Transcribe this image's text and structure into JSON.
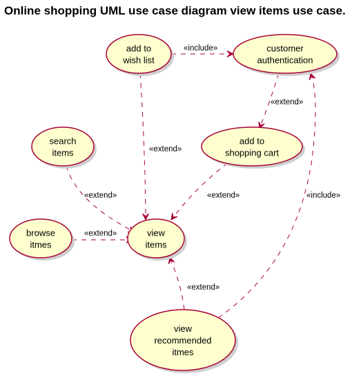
{
  "title": "Online shopping UML use case diagram view items use case.",
  "colors": {
    "usecase_fill": "#FEFECE",
    "usecase_border": "#A80036",
    "edge": "#A80036"
  },
  "use_cases": {
    "add_to_wish_list": [
      "add to",
      "wish list"
    ],
    "customer_authentication": [
      "customer",
      "authentication"
    ],
    "add_to_shopping_cart": [
      "add to",
      "shopping cart"
    ],
    "search_items": [
      "search",
      "items"
    ],
    "browse_items": [
      "browse",
      "itmes"
    ],
    "view_items": [
      "view",
      "items"
    ],
    "view_recommended_items": [
      "view",
      "recommended",
      "itmes"
    ]
  },
  "relationships": [
    {
      "from": "add_to_wish_list",
      "to": "customer_authentication",
      "label": "«include»"
    },
    {
      "from": "customer_authentication",
      "to": "add_to_shopping_cart",
      "label": "«extend»"
    },
    {
      "from": "add_to_wish_list",
      "to": "view_items",
      "label": "«extend»"
    },
    {
      "from": "add_to_shopping_cart",
      "to": "view_items",
      "label": "«extend»"
    },
    {
      "from": "search_items",
      "to": "view_items",
      "label": "«extend»"
    },
    {
      "from": "browse_items",
      "to": "view_items",
      "label": "«extend»"
    },
    {
      "from": "view_recommended_items",
      "to": "view_items",
      "label": "«extend»"
    },
    {
      "from": "view_recommended_items",
      "to": "customer_authentication",
      "label": "«include»"
    }
  ]
}
